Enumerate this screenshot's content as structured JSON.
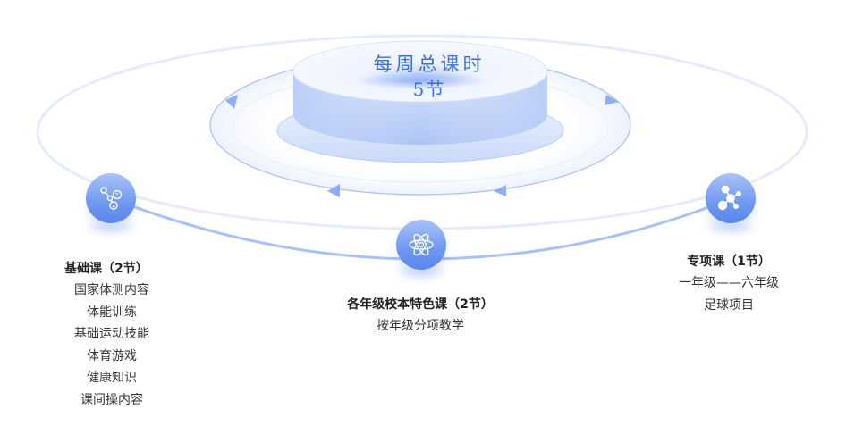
{
  "center": {
    "title_line1": "每周总课时",
    "title_line2": "5节"
  },
  "nodes": {
    "basic": {
      "icon": "molecule-outline-icon",
      "title": "基础课（2节）",
      "items": [
        "国家体测内容",
        "体能训练",
        "基础运动技能",
        "体育游戏",
        "健康知识",
        "课间操内容"
      ]
    },
    "featured": {
      "icon": "atom-icon",
      "title": "各年级校本特色课（2节）",
      "items": [
        "按年级分项教学"
      ]
    },
    "special": {
      "icon": "molecule-solid-icon",
      "title": "专项课（1节）",
      "items": [
        "一年级——六年级",
        "足球项目"
      ]
    }
  },
  "colors": {
    "accent": "#6f98ef",
    "title_text": "#3d6fd6",
    "body_text": "#333333",
    "ring": "#9db8f3"
  }
}
